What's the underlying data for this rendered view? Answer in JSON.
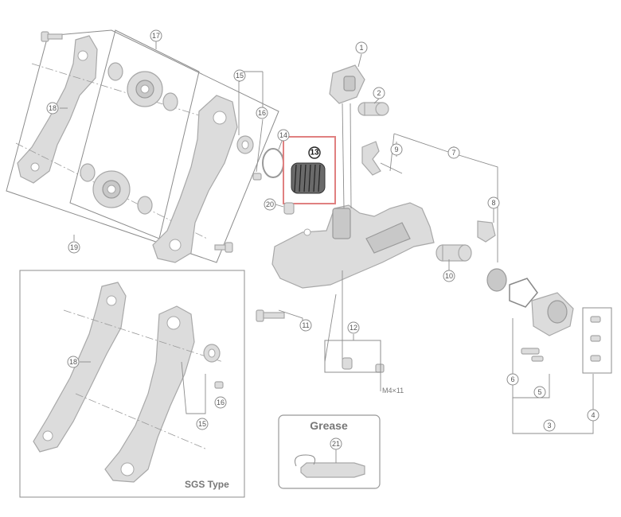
{
  "callouts": {
    "c1": "1",
    "c2": "2",
    "c3": "3",
    "c4": "4",
    "c5": "5",
    "c6": "6",
    "c7": "7",
    "c8": "8",
    "c9": "9",
    "c10": "10",
    "c11": "11",
    "c12": "12",
    "c13": "13",
    "c14": "14",
    "c15": "15",
    "c16": "16",
    "c17": "17",
    "c18": "18",
    "c19": "19",
    "c20": "20",
    "c21": "21"
  },
  "callouts_inset": {
    "c15": "15",
    "c16": "16",
    "c18": "18"
  },
  "labels": {
    "bolt_size": "M4×11",
    "grease_title": "Grease",
    "sgs_type": "SGS Type"
  },
  "colors": {
    "highlight_box": "#e08080",
    "part_fill": "#dcdcdc",
    "line": "#8c8c8c"
  }
}
